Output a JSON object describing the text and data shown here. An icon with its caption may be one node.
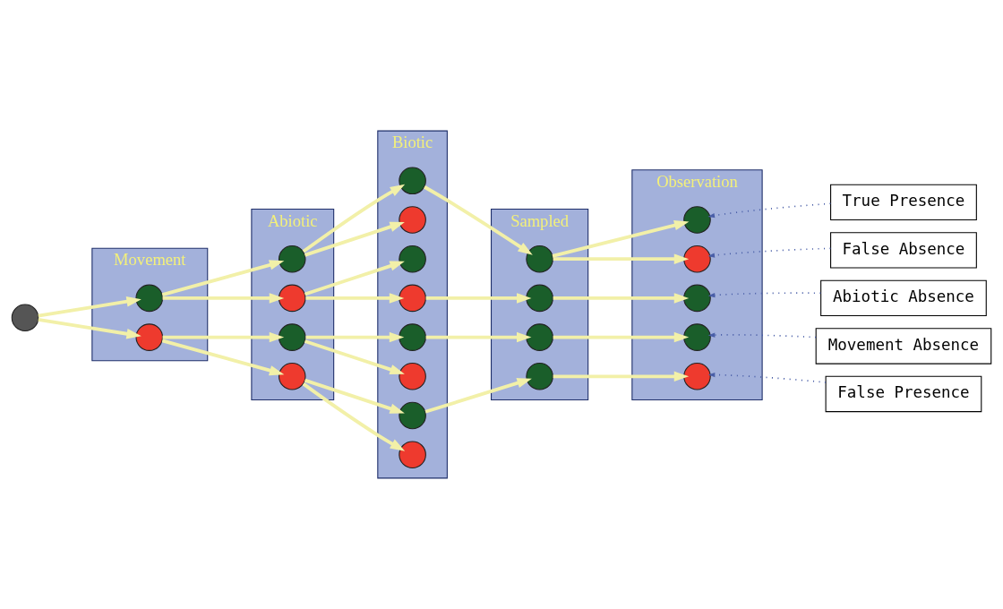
{
  "diagram": {
    "nodes": [
      {
        "text": [],
        "shape": "circle"
      },
      {
        "text": [
          "Movement"
        ]
      },
      {
        "text": [],
        "shape": "circle",
        "in": 1
      },
      {
        "text": [],
        "shape": "circle",
        "in": 1
      },
      {
        "text": [
          "Abiotic"
        ]
      },
      {
        "text": [],
        "shape": "circle",
        "in": 4
      },
      {
        "text": [],
        "shape": "circle",
        "in": 4
      },
      {
        "text": [],
        "shape": "circle",
        "in": 4
      },
      {
        "text": [],
        "shape": "circle",
        "in": 4
      },
      {
        "text": [
          "Biotic"
        ]
      },
      {
        "text": [],
        "shape": "circle",
        "in": 9
      },
      {
        "text": [],
        "shape": "circle",
        "in": 9
      },
      {
        "text": [],
        "shape": "circle",
        "in": 9
      },
      {
        "text": [],
        "shape": "circle",
        "in": 9
      },
      {
        "text": [],
        "shape": "circle",
        "in": 9
      },
      {
        "text": [],
        "shape": "circle",
        "in": 9
      },
      {
        "text": [],
        "shape": "circle",
        "in": 9
      },
      {
        "text": [],
        "shape": "circle",
        "in": 9
      },
      {
        "text": [
          "Sampled"
        ]
      },
      {
        "text": [],
        "shape": "circle",
        "in": 18
      },
      {
        "text": [],
        "shape": "circle",
        "in": 18
      },
      {
        "text": [],
        "shape": "circle",
        "in": 18
      },
      {
        "text": [],
        "shape": "circle",
        "in": 18
      },
      {
        "text": [
          "Observation"
        ]
      },
      {
        "text": [],
        "shape": "circle",
        "in": 23
      },
      {
        "text": [],
        "shape": "circle",
        "in": 23
      },
      {
        "text": [],
        "shape": "circle",
        "in": 23
      },
      {
        "text": [],
        "shape": "circle",
        "in": 23
      },
      {
        "text": [],
        "shape": "circle",
        "in": 23
      },
      {
        "text": [
          "True Presence"
        ]
      },
      {
        "text": [
          "False Absence"
        ]
      },
      {
        "text": [
          "Abiotic Absence"
        ]
      },
      {
        "text": [
          "Movement Absence"
        ]
      },
      {
        "text": [
          "False Presence"
        ]
      }
    ],
    "edges": [
      {
        "from": 0,
        "to": 2,
        "arrow": "to"
      },
      {
        "from": 0,
        "to": 3,
        "arrow": "to"
      },
      {
        "from": 2,
        "to": 5,
        "arrow": "to"
      },
      {
        "from": 2,
        "to": 6,
        "arrow": "to"
      },
      {
        "from": 3,
        "to": 7,
        "arrow": "to"
      },
      {
        "from": 3,
        "to": 8,
        "arrow": "to"
      },
      {
        "from": 5,
        "to": 10,
        "arrow": "to"
      },
      {
        "from": 5,
        "to": 11,
        "arrow": "to"
      },
      {
        "from": 6,
        "to": 12,
        "arrow": "to"
      },
      {
        "from": 6,
        "to": 13,
        "arrow": "to"
      },
      {
        "from": 7,
        "to": 14,
        "arrow": "to"
      },
      {
        "from": 7,
        "to": 15,
        "arrow": "to"
      },
      {
        "from": 8,
        "to": 16,
        "arrow": "to"
      },
      {
        "from": 8,
        "to": 17,
        "arrow": "to"
      },
      {
        "from": 10,
        "to": 19,
        "arrow": "to"
      },
      {
        "from": 13,
        "to": 20,
        "arrow": "to"
      },
      {
        "from": 14,
        "to": 21,
        "arrow": "to"
      },
      {
        "from": 16,
        "to": 22,
        "arrow": "to"
      },
      {
        "from": 19,
        "to": 24,
        "arrow": "to"
      },
      {
        "from": 19,
        "to": 25,
        "arrow": "to"
      },
      {
        "from": 20,
        "to": 26,
        "arrow": "to"
      },
      {
        "from": 21,
        "to": 27,
        "arrow": "to"
      },
      {
        "from": 22,
        "to": 28,
        "arrow": "to"
      },
      {
        "from": 29,
        "to": 24,
        "arrow": "to",
        "style": "dashed",
        "color": "#4a5fa8"
      },
      {
        "from": 30,
        "to": 25,
        "arrow": "to",
        "style": "dashed",
        "color": "#4a5fa8"
      },
      {
        "from": 31,
        "to": 26,
        "arrow": "to",
        "style": "dashed",
        "color": "#4a5fa8"
      },
      {
        "from": 32,
        "to": 27,
        "arrow": "to",
        "style": "dashed",
        "color": "#4a5fa8"
      },
      {
        "from": 33,
        "to": 28,
        "arrow": "to",
        "style": "dashed",
        "color": "#4a5fa8"
      }
    ]
  }
}
